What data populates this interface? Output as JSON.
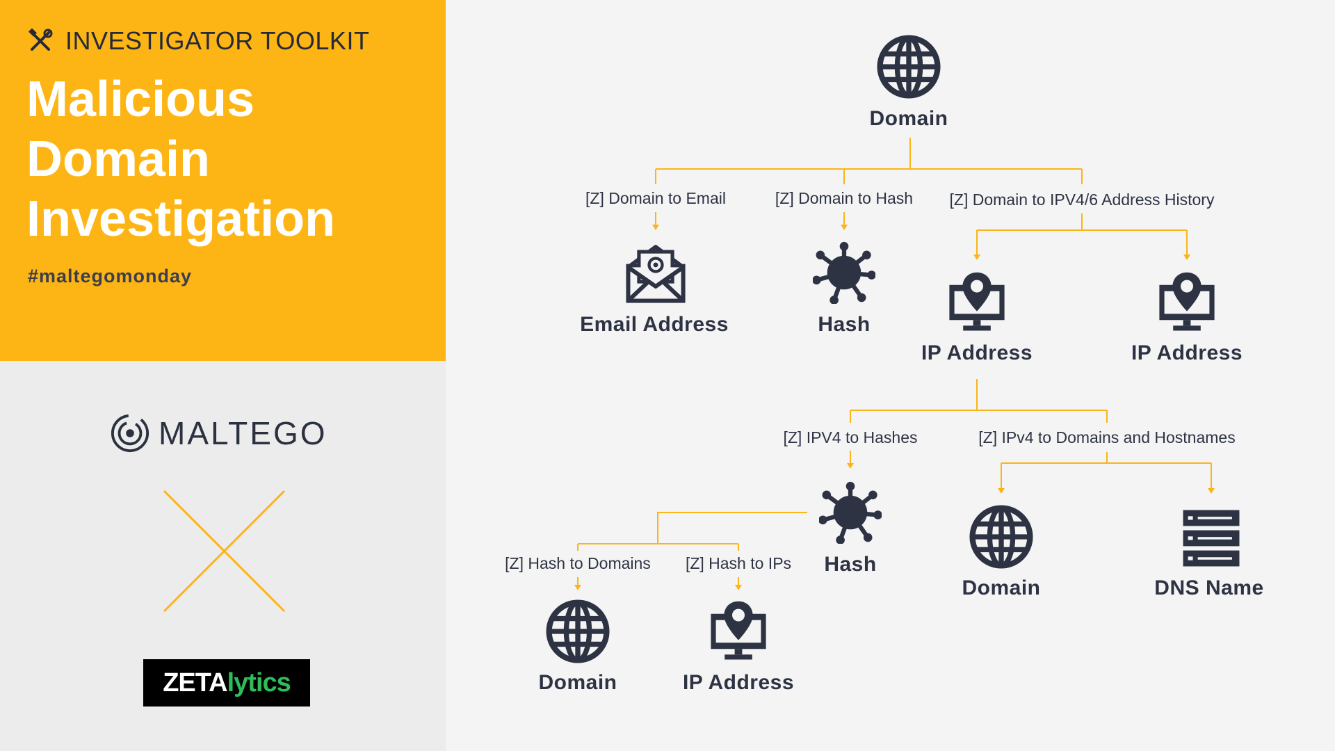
{
  "sidebar": {
    "toolkit_label": "INVESTIGATOR TOOLKIT",
    "title_lines": [
      "Malicious",
      "Domain",
      "Investigation"
    ],
    "hashtag": "#maltegomonday",
    "maltego_name": "MALTEGO",
    "zeta_prefix": "ZETA",
    "zeta_suffix": "lytics",
    "accent_color": "#fdb515"
  },
  "nodes": {
    "root_domain": {
      "label": "Domain",
      "icon": "globe-icon"
    },
    "email_address": {
      "label": "Email Address",
      "icon": "email-icon"
    },
    "hash_1": {
      "label": "Hash",
      "icon": "virus-icon"
    },
    "ip_address_1": {
      "label": "IP Address",
      "icon": "ip-monitor-icon"
    },
    "ip_address_2": {
      "label": "IP Address",
      "icon": "ip-monitor-icon"
    },
    "hash_2": {
      "label": "Hash",
      "icon": "virus-icon"
    },
    "domain_2": {
      "label": "Domain",
      "icon": "globe-icon"
    },
    "dns_name": {
      "label": "DNS Name",
      "icon": "server-icon"
    },
    "domain_3": {
      "label": "Domain",
      "icon": "globe-icon"
    },
    "ip_address_3": {
      "label": "IP Address",
      "icon": "ip-monitor-icon"
    }
  },
  "edges": {
    "domain_to_email": "[Z] Domain to Email",
    "domain_to_hash": "[Z] Domain to Hash",
    "domain_to_ip_history": "[Z] Domain to IPV4/6 Address History",
    "ipv4_to_hashes": "[Z] IPV4 to Hashes",
    "ipv4_to_domains": "[Z] IPv4 to Domains and Hostnames",
    "hash_to_domains": "[Z] Hash to Domains",
    "hash_to_ips": "[Z] Hash to IPs"
  },
  "colors": {
    "connector": "#fbb41a",
    "icon": "#2e3344"
  }
}
